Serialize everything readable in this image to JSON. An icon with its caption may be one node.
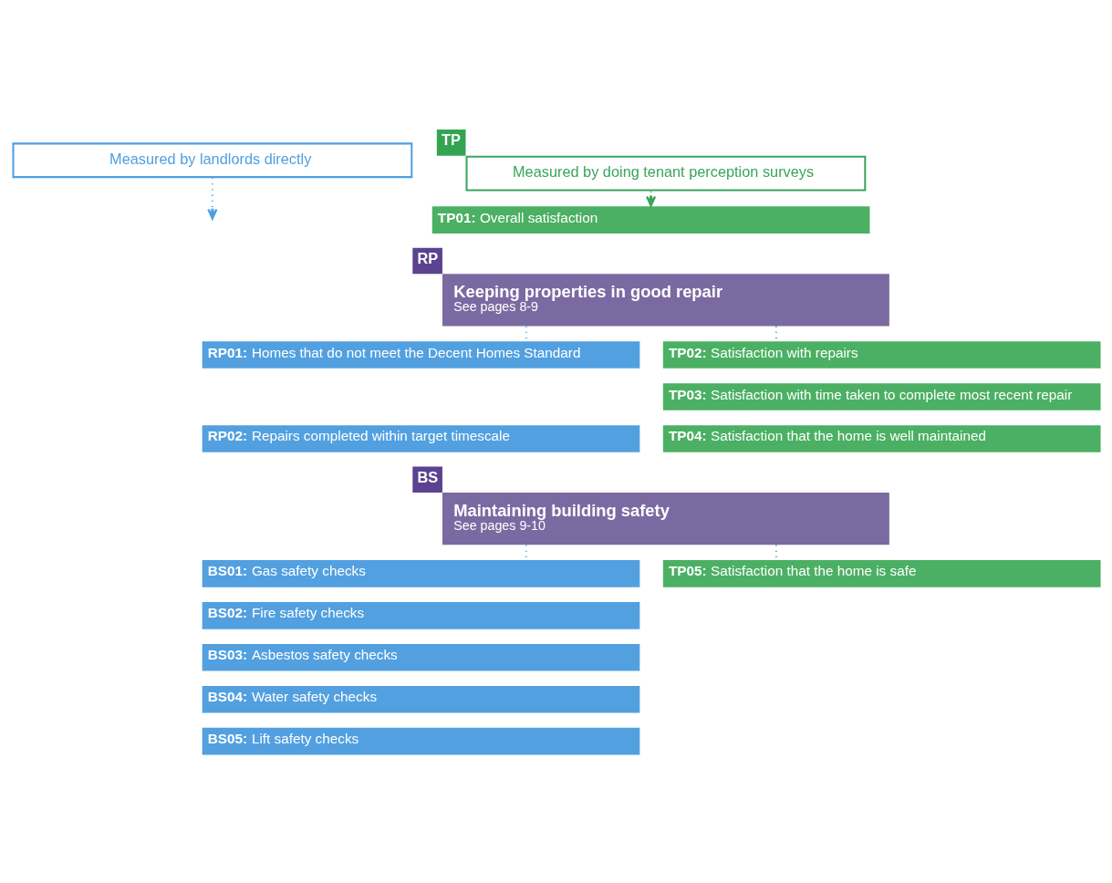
{
  "diagram": {
    "nodes": [
      {
        "text": [
          "Measured by landlords directly"
        ]
      },
      {
        "text": [
          "TP",
          "Measured by doing tenant perception surveys"
        ]
      },
      {
        "text": [
          "**TP01:** Overall satisfaction"
        ]
      },
      {
        "text": [
          "RP",
          "Keeping properties in good repair",
          "See pages 8-9"
        ]
      },
      {
        "text": [
          "**RP01:** Homes that do not meet the Decent Homes Standard"
        ]
      },
      {
        "text": [
          "**RP02:** Repairs completed within target timescale"
        ]
      },
      {
        "text": [
          "**TP02:** Satisfaction with repairs"
        ]
      },
      {
        "text": [
          "**TP03:** Satisfaction with time taken to complete most recent repair"
        ]
      },
      {
        "text": [
          "**TP04:** Satisfaction that the home is well maintained"
        ]
      },
      {
        "text": [
          "BS",
          "Maintaining building safety",
          "See pages 9-10"
        ]
      },
      {
        "text": [
          "**BS01:** Gas safety checks"
        ]
      },
      {
        "text": [
          "**BS02:** Fire safety checks"
        ]
      },
      {
        "text": [
          "**BS03:** Asbestos safety checks"
        ]
      },
      {
        "text": [
          "**BS04:** Water safety checks"
        ]
      },
      {
        "text": [
          "**BS05:** Lift safety checks"
        ]
      },
      {
        "text": [
          "**TP05:** Satisfaction that the home is safe"
        ]
      }
    ],
    "edges": [
      {
        "from": 0,
        "to": null,
        "arrow": "to",
        "style": "dashed",
        "color": "#4f9fe0"
      },
      {
        "from": 1,
        "to": 2,
        "arrow": "to",
        "style": "dashed",
        "color": "#3aa55a"
      },
      {
        "from": 3,
        "to": 4,
        "arrow": "none",
        "style": "dashed",
        "color": "#4f9fe0"
      },
      {
        "from": 3,
        "to": 6,
        "arrow": "none",
        "style": "dashed",
        "color": "#3aa55a"
      },
      {
        "from": 9,
        "to": 10,
        "arrow": "none",
        "style": "dashed",
        "color": "#4f9fe0"
      },
      {
        "from": 9,
        "to": 15,
        "arrow": "none",
        "style": "dashed",
        "color": "#3aa55a"
      }
    ]
  }
}
